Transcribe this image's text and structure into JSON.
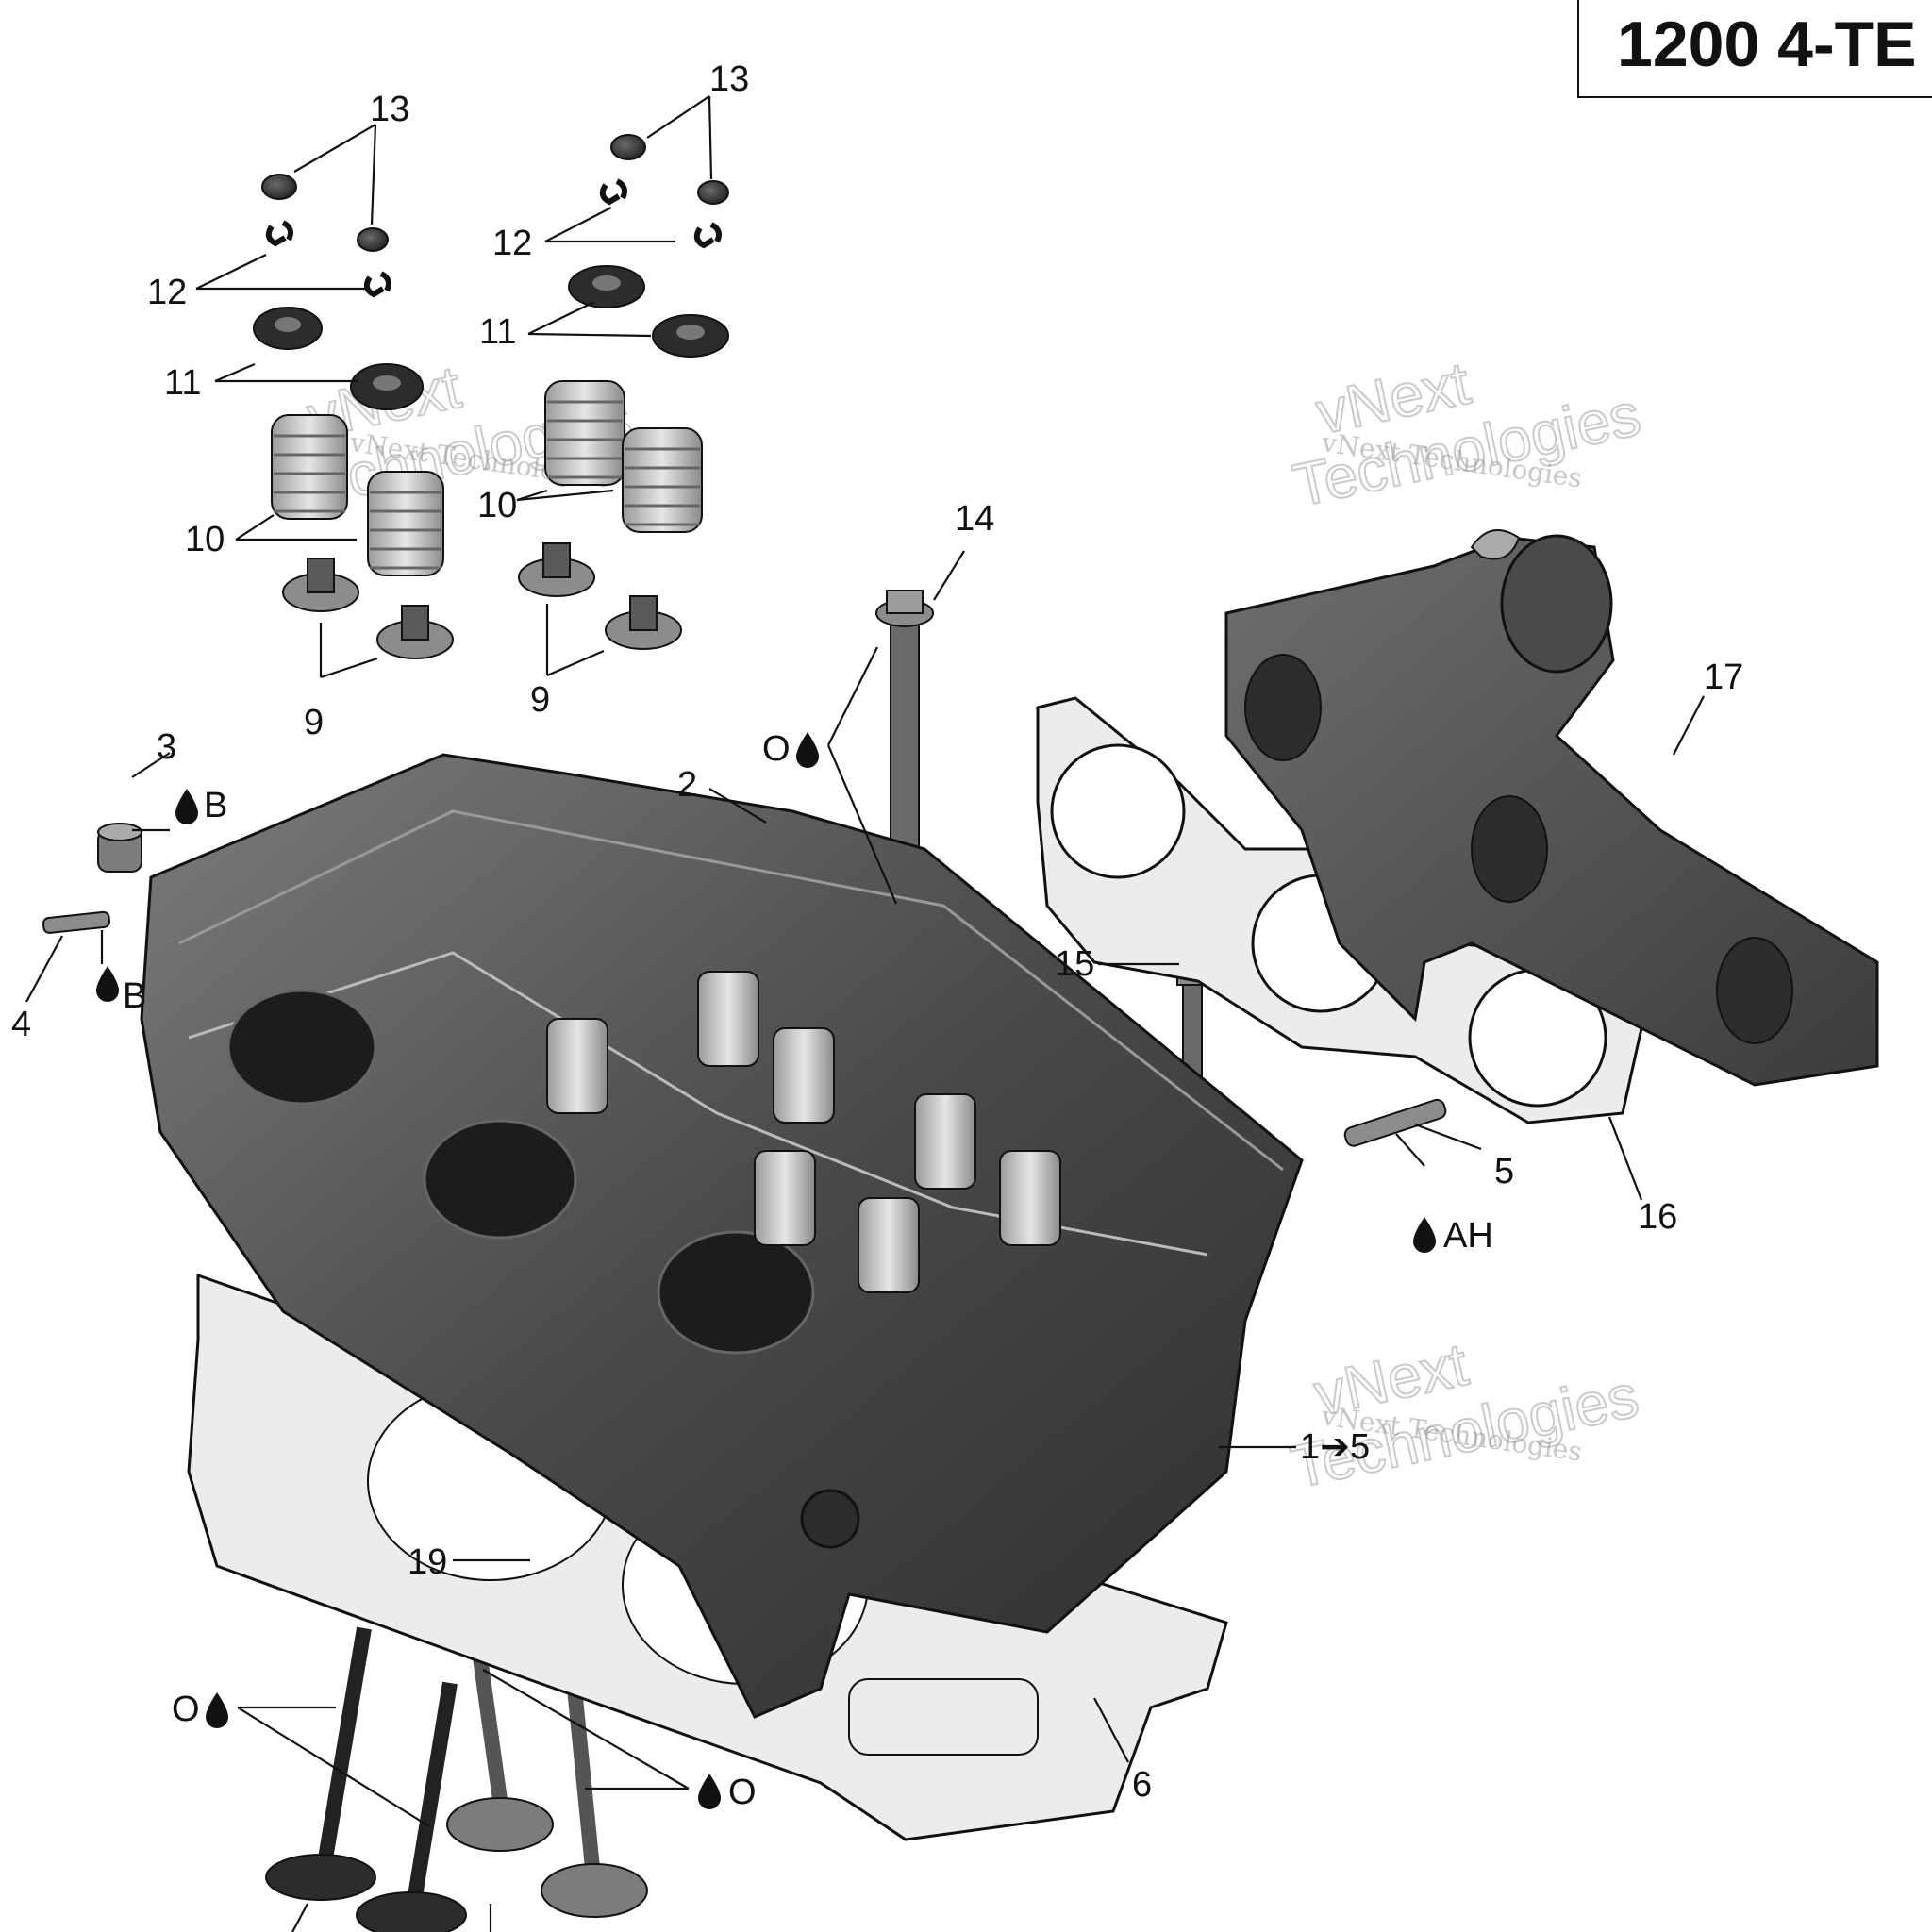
{
  "title": "1200 4-TE",
  "watermark": {
    "brand_line1": "vNext",
    "brand_line2": "Technologies",
    "small_line": "vNext Technologies"
  },
  "callouts": {
    "c13a": "13",
    "c13b": "13",
    "c12a": "12",
    "c12b": "12",
    "c11a": "11",
    "c11b": "11",
    "c10a": "10",
    "c10b": "10",
    "c9a": "9",
    "c9b": "9",
    "c14": "14",
    "c17": "17",
    "c3": "3",
    "c2": "2",
    "c4": "4",
    "c15": "15",
    "c5": "5",
    "c16": "16",
    "c1to5": "1➔5",
    "c19": "19",
    "c6": "6"
  },
  "lube_marks": {
    "o_top": "O",
    "b_upper": "B",
    "b_lower": "B",
    "ah": "AH",
    "o_left": "O",
    "o_right": "O"
  },
  "colors": {
    "line": "#111111",
    "part_dark": "#3a3a3a",
    "part_mid": "#8c8c8c",
    "part_light": "#cfcfcf",
    "gasket": "#e8e8e8"
  }
}
